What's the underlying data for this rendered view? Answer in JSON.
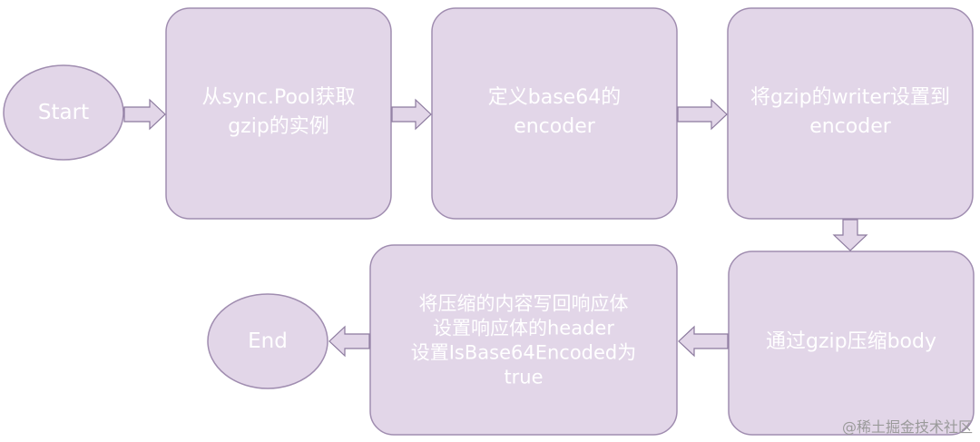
{
  "diagram": {
    "colors": {
      "node_fill": "#e2d6e8",
      "node_stroke": "#a08db0",
      "arrow_fill": "#e2d6e8",
      "arrow_stroke": "#8c7a9e",
      "text": "#ffffff"
    },
    "nodes": {
      "start": {
        "lines": [
          "Start"
        ]
      },
      "get_gzip": {
        "lines": [
          "从sync.Pool获取",
          "gzip的实例"
        ]
      },
      "define_encoder": {
        "lines": [
          "定义base64的",
          "encoder"
        ]
      },
      "set_writer": {
        "lines": [
          "将gzip的writer设置到",
          "encoder"
        ]
      },
      "compress_body": {
        "lines": [
          "通过gzip压缩body"
        ]
      },
      "write_response": {
        "lines": [
          "将压缩的内容写回响应体",
          "设置响应体的header",
          "设置IsBase64Encoded为",
          "true"
        ]
      },
      "end": {
        "lines": [
          "End"
        ]
      }
    }
  },
  "watermark": "@稀土掘金技术社区"
}
